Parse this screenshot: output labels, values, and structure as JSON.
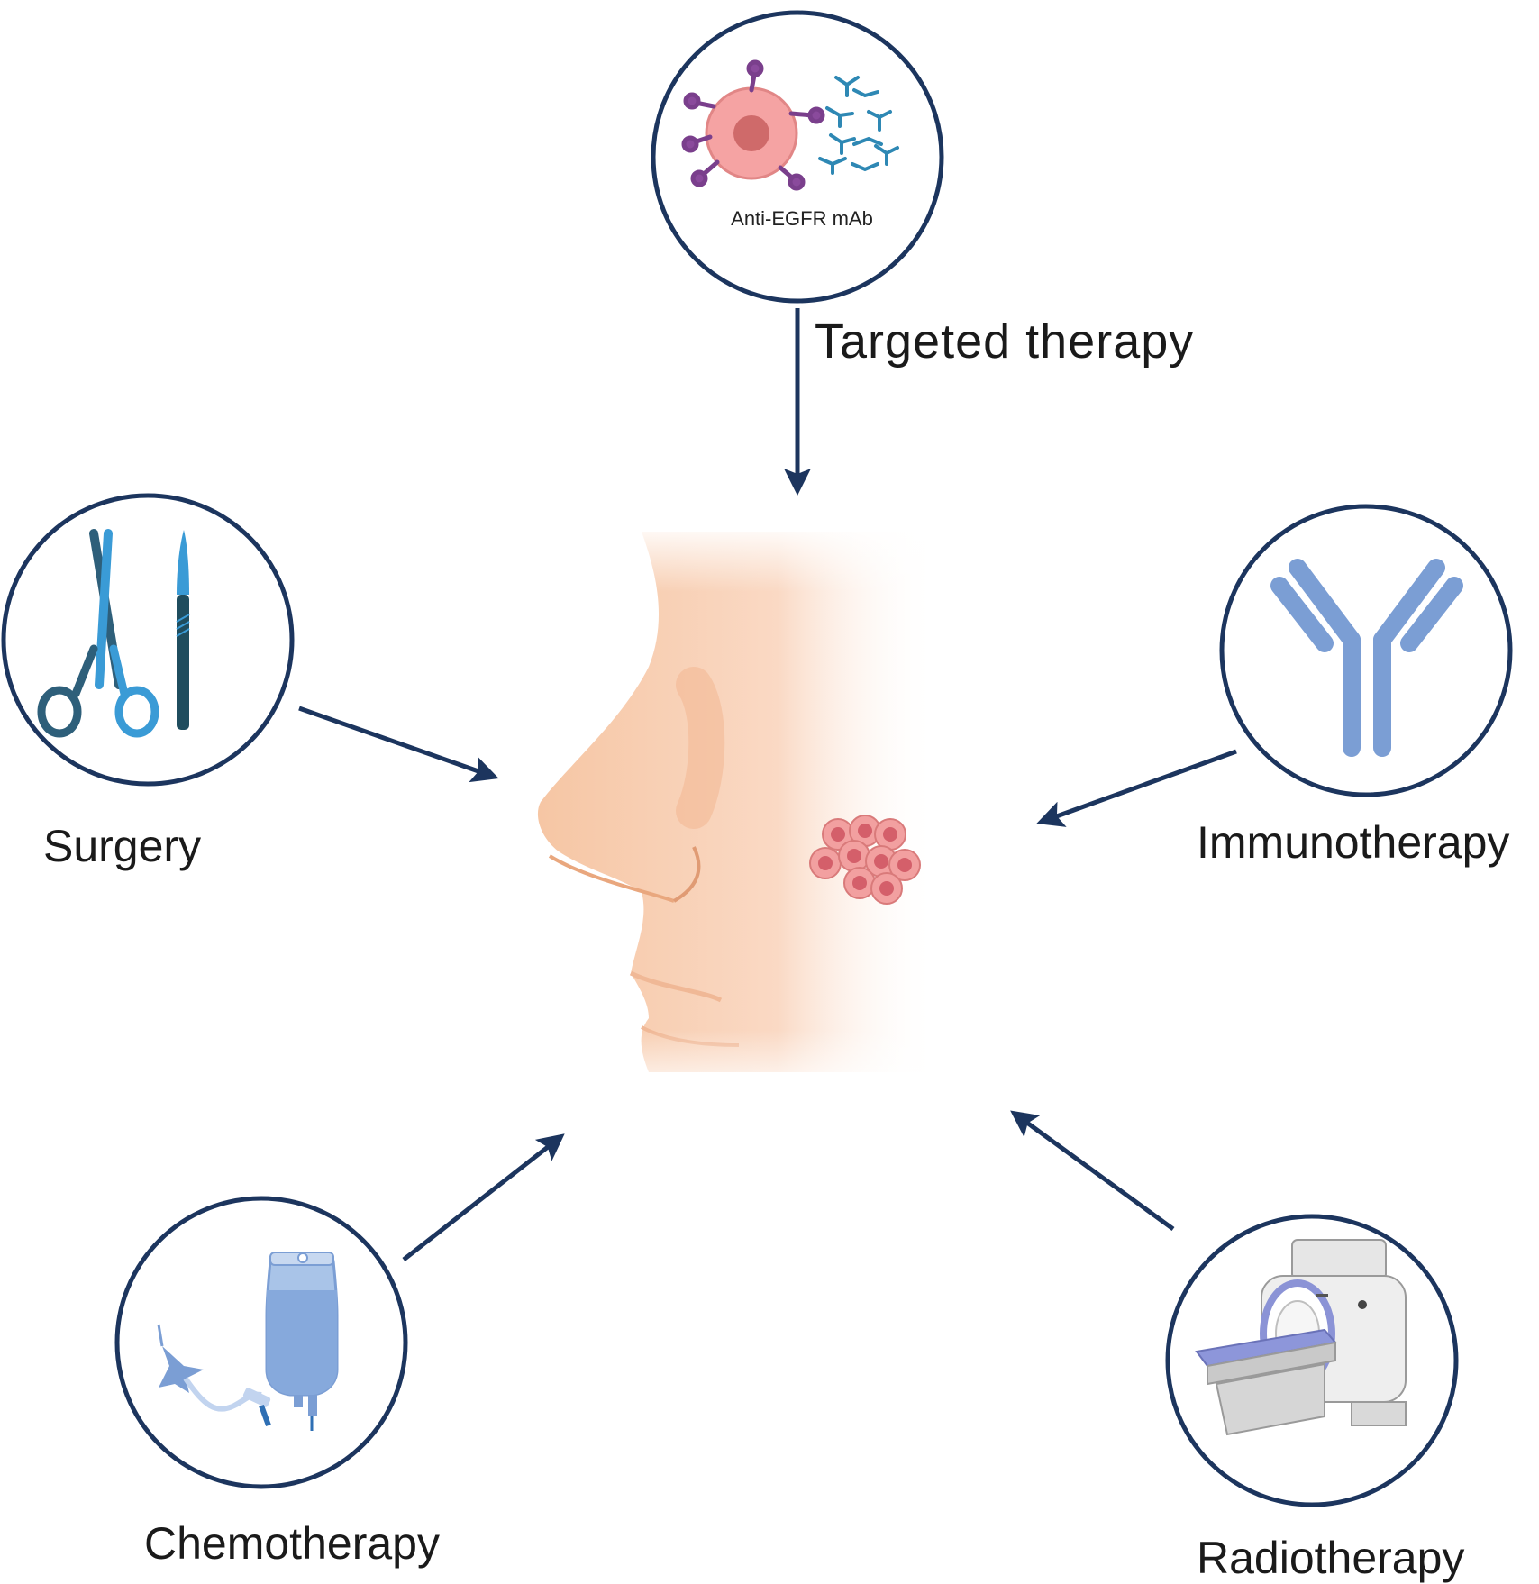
{
  "colors": {
    "navy": "#1c355e",
    "antibody_blue": "#7b9ed4",
    "skin": "#f7c9a8",
    "cancer_pink": "#f29a9a"
  },
  "center": {
    "icon": "face-with-skin-cancer-lesion"
  },
  "therapies": {
    "targeted": {
      "label": "Targeted therapy",
      "inner_label": "Anti-EGFR mAb",
      "icon": "cancer-cell-antibody-icon"
    },
    "surgery": {
      "label": "Surgery",
      "icon": "scissors-scalpel-icon"
    },
    "immunotherapy": {
      "label": "Immunotherapy",
      "icon": "antibody-icon"
    },
    "chemotherapy": {
      "label": "Chemotherapy",
      "icon": "iv-bag-icon"
    },
    "radiotherapy": {
      "label": "Radiotherapy",
      "icon": "radiotherapy-machine-icon"
    }
  }
}
